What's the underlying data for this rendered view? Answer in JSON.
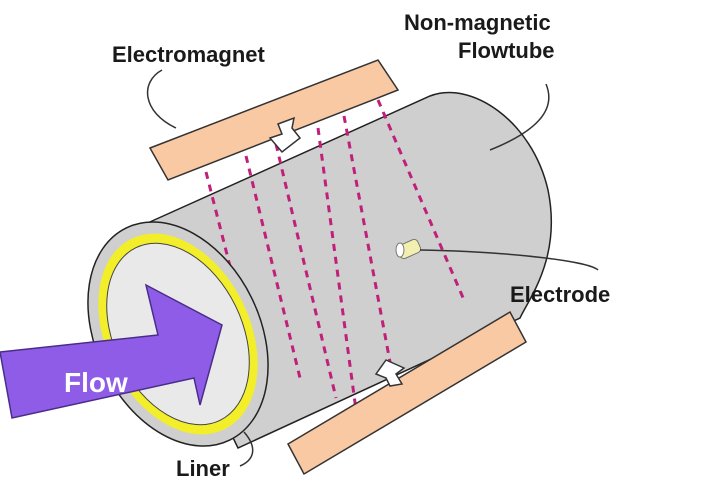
{
  "labels": {
    "electromagnet": "Electromagnet",
    "flowtube_line1": "Non-magnetic",
    "flowtube_line2": "Flowtube",
    "electrode": "Electrode",
    "liner": "Liner",
    "flow": "Flow"
  },
  "colors": {
    "tube_body": "#cfcfcf",
    "tube_end": "#e9e9e9",
    "tube_outline": "#222222",
    "liner": "#f2ee2a",
    "magnet": "#f9c9a4",
    "magnet_outline": "#333333",
    "field_lines": "#c0207a",
    "flow_arrow": "#8e5ce6",
    "electrode": "#f3efb0"
  },
  "icons": {
    "field_arrow_top": "down-arrow-icon",
    "field_arrow_bottom": "up-arrow-icon",
    "flow_arrow": "flow-arrow-icon"
  }
}
